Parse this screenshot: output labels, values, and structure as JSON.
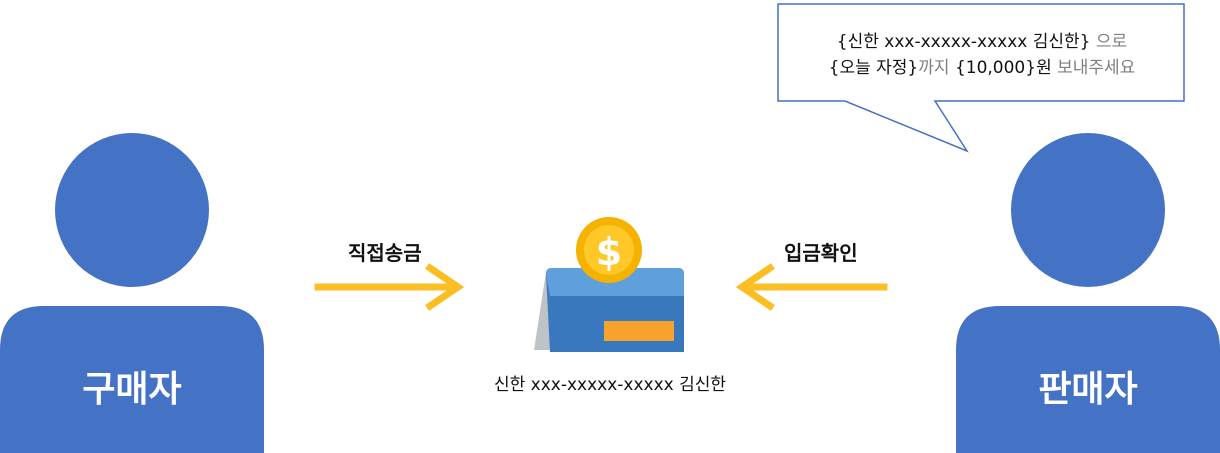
{
  "buyer": {
    "label": "구매자"
  },
  "seller": {
    "label": "판매자"
  },
  "arrows": {
    "left_label": "직접송금",
    "right_label": "입금확인"
  },
  "account": {
    "label": "신한 xxx-xxxxx-xxxxx  김신한"
  },
  "bubble": {
    "line1": {
      "account_placeholder": "{신한 xxx-xxxxx-xxxxx  김신한}",
      "suffix": " 으로"
    },
    "line2": {
      "date_placeholder": "{오늘 자정}",
      "until": "까지 ",
      "amount_placeholder": "{10,000}",
      "won": "원",
      "send_request": " 보내주세요"
    }
  },
  "colors": {
    "person_blue": "#4472C4",
    "arrow_yellow": "#FBBF24",
    "coin_gold": "#F5B301",
    "bubble_border": "#4472C4",
    "muted_text": "#7F7F7F"
  },
  "icons": {
    "coin": "dollar-coin-icon",
    "card": "card-stand-icon"
  }
}
